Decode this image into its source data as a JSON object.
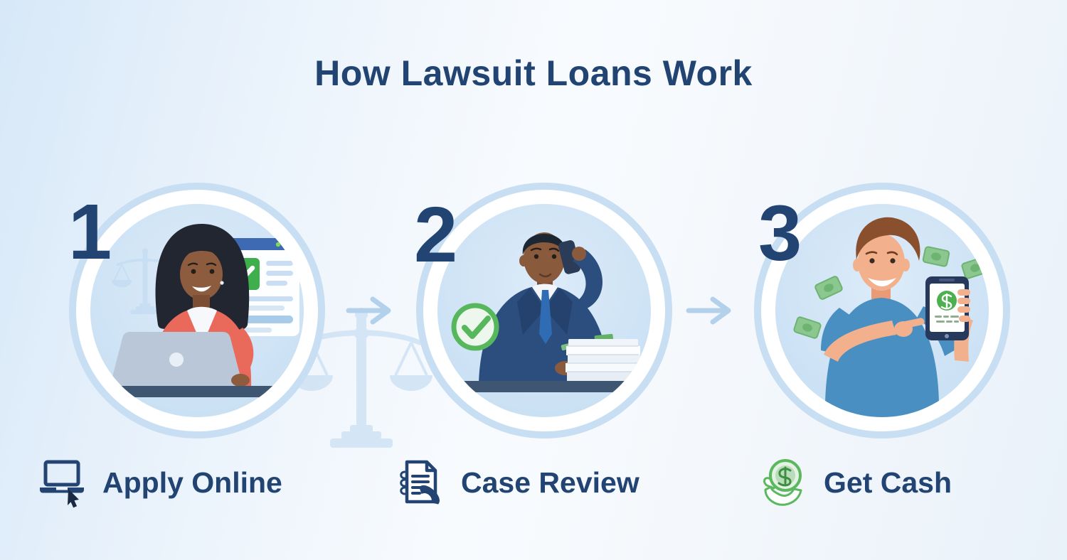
{
  "title": "How Lawsuit Loans Work",
  "steps": [
    {
      "number": "1",
      "label": "Apply Online",
      "icon": "laptop-cursor-icon",
      "illustration": "woman-applying-on-laptop"
    },
    {
      "number": "2",
      "label": "Case Review",
      "icon": "document-phone-icon",
      "illustration": "agent-on-phone-reviewing-documents"
    },
    {
      "number": "3",
      "label": "Get Cash",
      "icon": "dollar-coin-hand-icon",
      "illustration": "man-holding-phone-with-cash"
    }
  ],
  "arrows": [
    {
      "icon": "arrow-right-icon"
    },
    {
      "icon": "arrow-right-icon"
    }
  ],
  "watermark": {
    "icon": "scales-of-justice-watermark"
  },
  "colors": {
    "navy": "#224473",
    "ring_blue": "#c8def2",
    "disc_blue": "#d6e8f7",
    "arrow_blue": "#b4d1ec",
    "watermark_blue": "#cfe3f4",
    "success_green": "#4caf50"
  }
}
